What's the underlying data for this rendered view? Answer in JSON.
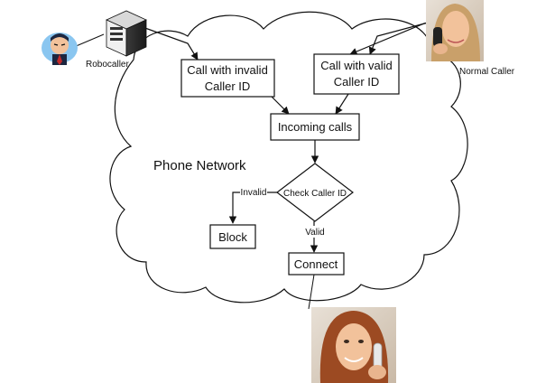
{
  "network_label": "Phone Network",
  "robocaller": {
    "label": "Robocaller"
  },
  "normal_caller": {
    "label": "Normal Caller"
  },
  "nodes": {
    "invalid_call": {
      "line1": "Call with invalid",
      "line2": "Caller ID"
    },
    "valid_call": {
      "line1": "Call with valid",
      "line2": "Caller ID"
    },
    "incoming": {
      "label": "Incoming calls"
    },
    "check": {
      "label": "Check Caller ID"
    },
    "block": {
      "label": "Block"
    },
    "connect": {
      "label": "Connect"
    }
  },
  "edges": {
    "invalid": "Invalid",
    "valid": "Valid"
  },
  "colors": {
    "outline": "#111111",
    "box_fill": "#ffffff",
    "robo_face": "#8ac6f0",
    "skin": "#f2c29b",
    "hair": "#9c4a22"
  }
}
